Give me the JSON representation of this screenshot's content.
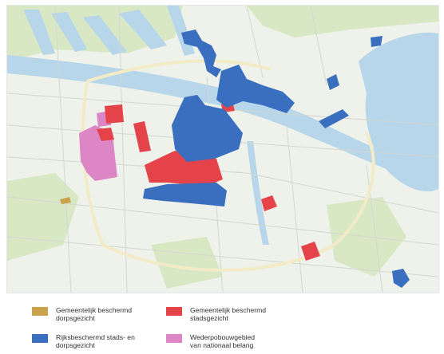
{
  "legend": {
    "items": [
      {
        "line1": "Gemeentelijk beschermd",
        "line2": "dorpsgezicht",
        "color": "#c9a24a"
      },
      {
        "line1": "Gemeentelijk beschermd",
        "line2": "stadsgezicht",
        "color": "#e4434a"
      },
      {
        "line1": "Rijksbeschermd stads- en",
        "line2": "dorpsgezicht",
        "color": "#3a6fc0"
      },
      {
        "line1": "Wederpobouwgebied",
        "line2": "van nationaal belang",
        "color": "#dd86c6"
      }
    ]
  },
  "colors": {
    "land": "#eef2ea",
    "water": "#b7d6ea",
    "roads": "#d3d7cf",
    "major_roads": "#f3ebc8",
    "green": "#d8e8c5"
  }
}
